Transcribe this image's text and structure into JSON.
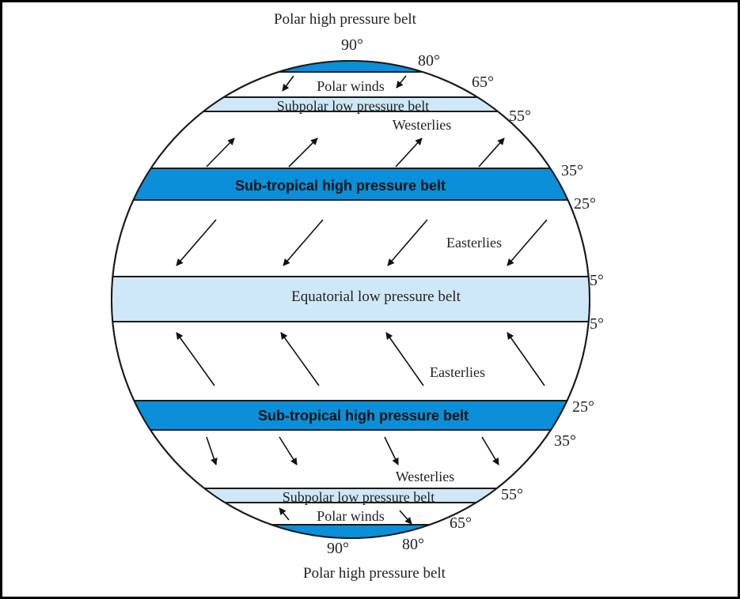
{
  "top_title": "Polar high pressure belt",
  "bottom_title": "Polar high pressure belt",
  "belts": {
    "polar_winds_north": "Polar winds",
    "subpolar_north": "Subpolar low pressure belt",
    "westerlies_north": "Westerlies",
    "subtropical_north": "Sub-tropical high pressure belt",
    "easterlies_north": "Easterlies",
    "equatorial": "Equatorial low pressure belt",
    "easterlies_south": "Easterlies",
    "subtropical_south": "Sub-tropical high pressure belt",
    "westerlies_south": "Westerlies",
    "subpolar_south": "Subpolar low pressure belt",
    "polar_winds_south": "Polar winds"
  },
  "latitudes": {
    "n90": "90°",
    "n80": "80°",
    "n65": "65°",
    "n55": "55°",
    "n35": "35°",
    "n25": "25°",
    "eq_top": "5°",
    "eq_bottom": "5°",
    "s25": "25°",
    "s35": "35°",
    "s55": "55°",
    "s65": "65°",
    "s80": "80°",
    "s90": "90°"
  },
  "colors": {
    "dark_band": "#0a8fd8",
    "light_band": "#cfe8f7",
    "outline": "#1a1a1a"
  }
}
